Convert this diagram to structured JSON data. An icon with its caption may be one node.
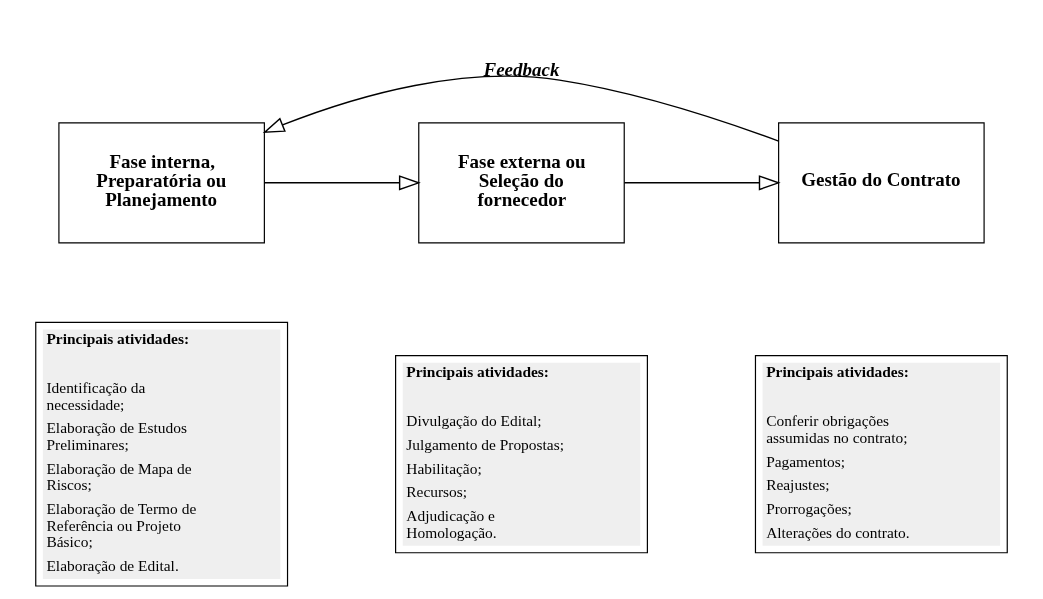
{
  "diagram": {
    "nodes": [
      {
        "text": [
          "Fase interna, Preparatória ou Planejamento"
        ]
      },
      {
        "text": [
          "Fase externa ou Seleção do fornecedor"
        ]
      },
      {
        "text": [
          "Gestão do Contrato"
        ]
      },
      {
        "text": [
          "Principais atividades:",
          "Identificação da necessidade;",
          "Elaboração de Estudos Preliminares;",
          "Elaboração de Mapa de Riscos;",
          "Elaboração de Termo de Referência ou Projeto Básico;",
          "Elaboração de Edital."
        ]
      },
      {
        "text": [
          "Principais atividades:",
          "Divulgação do Edital;",
          "Julgamento de Propostas;",
          "Habilitação;",
          "Recursos;",
          "Adjudicação e Homologação."
        ]
      },
      {
        "text": [
          "Principais atividades:",
          "Conferir obrigações assumidas no contrato;",
          "Pagamentos;",
          "Reajustes;",
          "Prorrogações;",
          "Alterações do contrato."
        ]
      }
    ],
    "edges": [
      {
        "from": 0,
        "to": 1,
        "arrow": "to"
      },
      {
        "from": 1,
        "to": 2,
        "arrow": "to"
      },
      {
        "from": 2,
        "to": 0,
        "arrow": "to",
        "label": "Feedback"
      }
    ]
  }
}
